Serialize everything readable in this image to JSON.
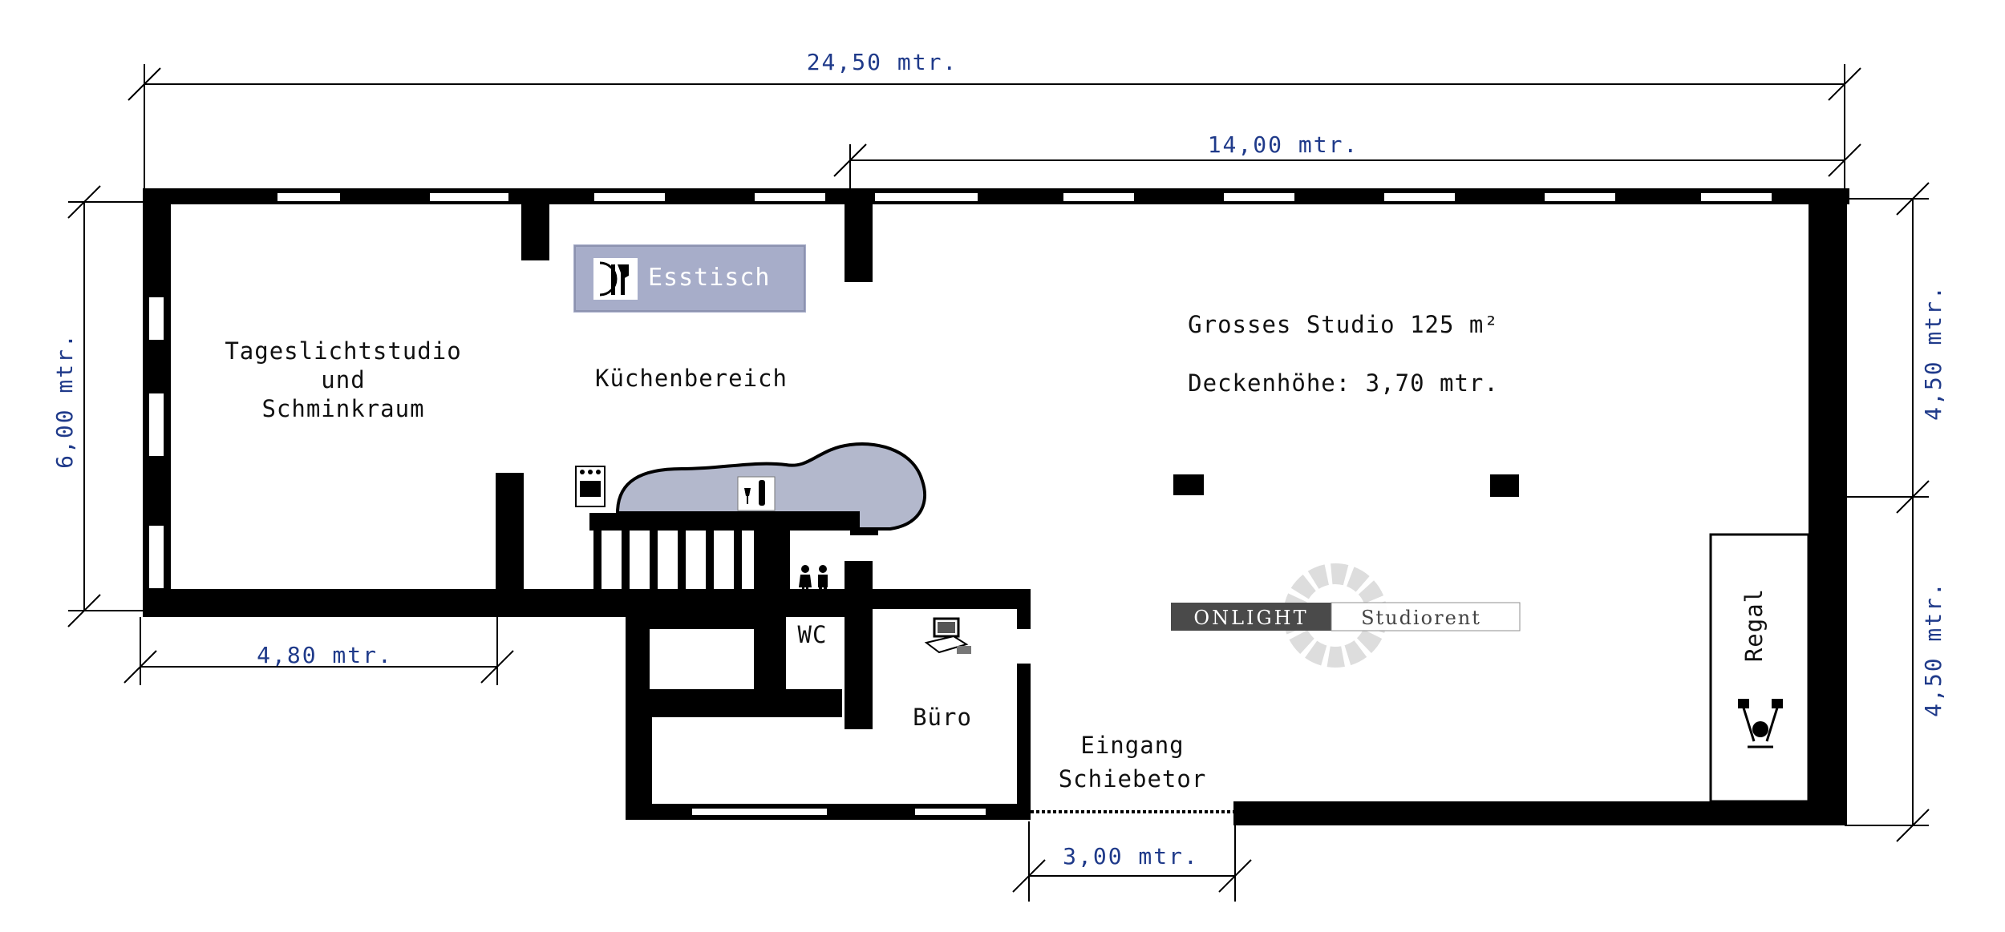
{
  "dimensions": {
    "total_width": "24,50 mtr.",
    "studio_width": "14,00 mtr.",
    "left_height": "6,00 mtr.",
    "right_upper": "4,50 mtr.",
    "right_lower": "4,50 mtr.",
    "room_width": "4,80 mtr.",
    "door_width": "3,00 mtr."
  },
  "rooms": {
    "daylight_line1": "Tageslichtstudio",
    "daylight_line2": "und",
    "daylight_line3": "Schminkraum",
    "kitchen": "Küchenbereich",
    "dining_table": "Esstisch",
    "studio_name": "Grosses Studio 125 m²",
    "ceiling_height": "Deckenhöhe: 3,70 mtr.",
    "wc": "WC",
    "office": "Büro",
    "entrance_line1": "Eingang",
    "entrance_line2": "Schiebetor",
    "shelf": "Regal"
  },
  "logo": {
    "brand": "ONLIGHT",
    "tagline": "Studiorent"
  },
  "colors": {
    "wall": "#000000",
    "dimension_text": "#1f3a8a",
    "counter_fill": "#b3b8cc",
    "dining_box": "#a7adc9",
    "logo_dark": "#4a4a4a",
    "logo_ring": "#d9d9d9"
  },
  "icons": [
    "cutlery-icon",
    "stove-icon",
    "wine-icon",
    "toilet-icon",
    "computer-icon",
    "studio-lights-icon"
  ]
}
